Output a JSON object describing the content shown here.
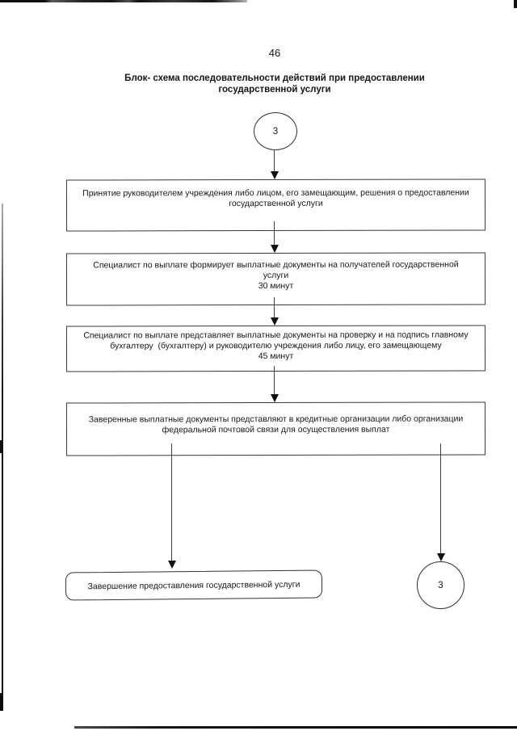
{
  "page": {
    "number": "46"
  },
  "title": {
    "line1": "Блок- схема последовательности действий при предоставлении",
    "line2": "государственной услуги"
  },
  "connectors": {
    "top_label": "3",
    "bottom_label": "3"
  },
  "steps": [
    {
      "lines": [
        "Принятие руководителем учреждения либо лицом, его замещающим, решения о предоставлении",
        "государственной услуги"
      ]
    },
    {
      "lines": [
        "Специалист по выплате формирует выплатные документы на получателей государственной",
        "услуги",
        "30 минут"
      ]
    },
    {
      "lines": [
        "Специалист по выплате представляет выплатные документы на проверку и на подпись главному",
        "бухгалтеру  (бухгалтеру) и руководителю учреждения либо лицу, его замещающему",
        "45 минут"
      ]
    },
    {
      "lines": [
        "Заверенные выплатные документы представляют в кредитные организации либо организации",
        "федеральной почтовой связи для осуществления выплат"
      ]
    }
  ],
  "final_step": {
    "label": "Завершение предоставления государственной услуги"
  },
  "colors": {
    "ink": "#161616",
    "box_border": "#383838",
    "background": "#ffffff"
  }
}
